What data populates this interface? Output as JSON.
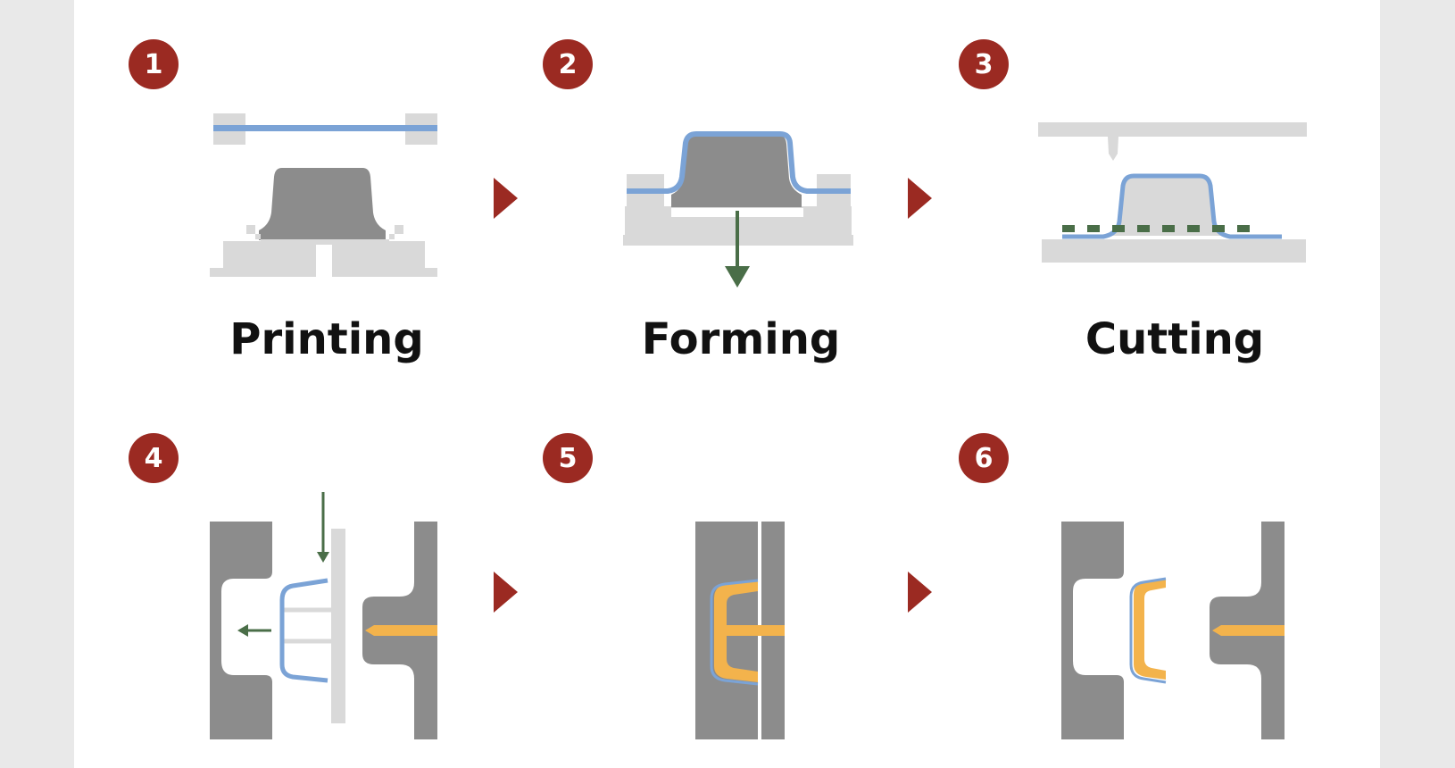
{
  "steps": [
    {
      "number": "1",
      "label": "Printing"
    },
    {
      "number": "2",
      "label": "Forming"
    },
    {
      "number": "3",
      "label": "Cutting"
    },
    {
      "number": "4",
      "label": ""
    },
    {
      "number": "5",
      "label": ""
    },
    {
      "number": "6",
      "label": ""
    }
  ],
  "colors": {
    "badge": "#9b2a22",
    "arrow": "#9b2a22",
    "mold_dark": "#8c8c8c",
    "mold_light": "#d9d9d9",
    "film": "#7ba3d6",
    "resin": "#f3b34c",
    "motion_arrow": "#4a6e48"
  },
  "icons": [
    "step-arrow-icon",
    "down-arrow-icon",
    "left-arrow-icon"
  ]
}
